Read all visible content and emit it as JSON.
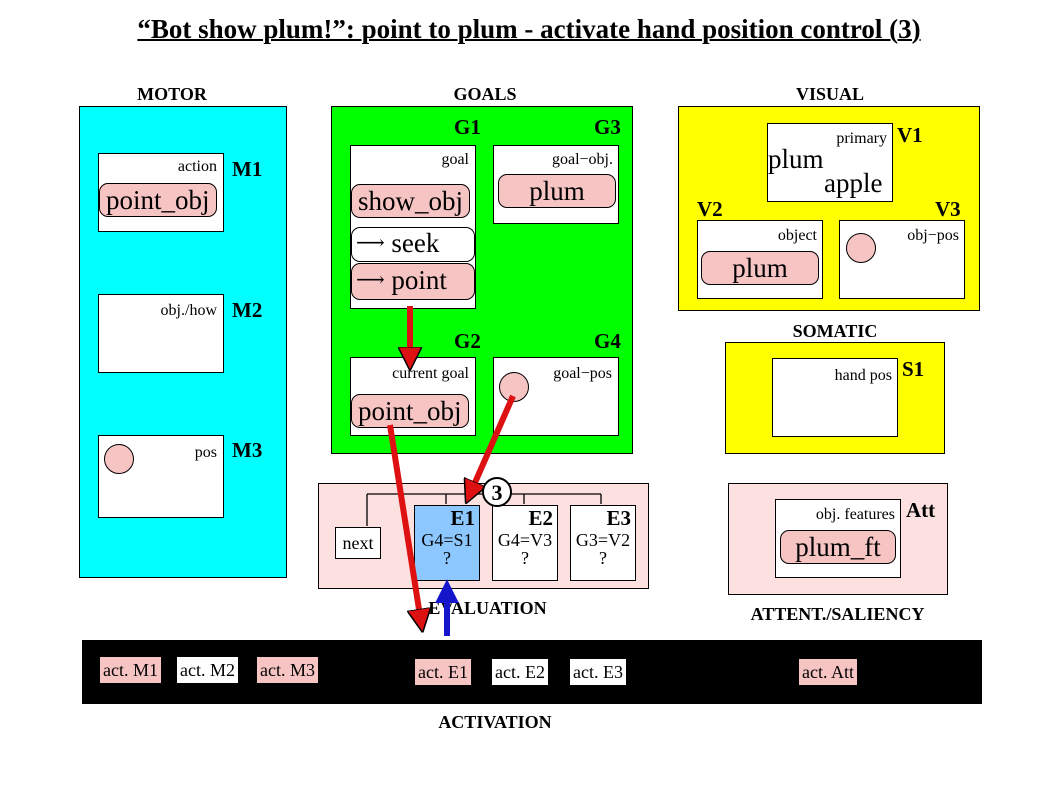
{
  "title": "“Bot show plum!”:  point to plum - activate hand position control (3)",
  "sections": {
    "motor": "MOTOR",
    "goals": "GOALS",
    "visual": "VISUAL",
    "somatic": "SOMATIC",
    "evaluation": "EVALUATION",
    "attention": "ATTENT./SALIENCY",
    "activation": "ACTIVATION"
  },
  "motor": {
    "m1": {
      "tag": "M1",
      "label": "action",
      "value": "point_obj"
    },
    "m2": {
      "tag": "M2",
      "label": "obj./how"
    },
    "m3": {
      "tag": "M3",
      "label": "pos"
    }
  },
  "goals": {
    "g1": {
      "tag": "G1",
      "label": "goal",
      "items": [
        "show_obj",
        "seek",
        "point"
      ]
    },
    "g3": {
      "tag": "G3",
      "label": "goal−obj.",
      "value": "plum"
    },
    "g2": {
      "tag": "G2",
      "label": "current goal",
      "value": "point_obj"
    },
    "g4": {
      "tag": "G4",
      "label": "goal−pos"
    }
  },
  "visual": {
    "v1": {
      "tag": "V1",
      "label": "primary",
      "values": [
        "plum",
        "apple"
      ]
    },
    "v2": {
      "tag": "V2",
      "label": "object",
      "value": "plum"
    },
    "v3": {
      "tag": "V3",
      "label": "obj−pos"
    }
  },
  "somatic": {
    "s1": {
      "tag": "S1",
      "label": "hand pos"
    }
  },
  "evaluation": {
    "step": "3",
    "next": "next",
    "items": [
      {
        "tag": "E1",
        "cond": "G4=S1",
        "q": "?",
        "active": true
      },
      {
        "tag": "E2",
        "cond": "G4=V3",
        "q": "?",
        "active": false
      },
      {
        "tag": "E3",
        "cond": "G3=V2",
        "q": "?",
        "active": false
      }
    ]
  },
  "attention": {
    "tag": "Att",
    "label": "obj. features",
    "value": "plum_ft"
  },
  "activation": {
    "items": [
      {
        "label": "act. M1",
        "on": true
      },
      {
        "label": "act. M2",
        "on": false
      },
      {
        "label": "act. M3",
        "on": true
      },
      {
        "label": "act. E1",
        "on": true
      },
      {
        "label": "act. E2",
        "on": false
      },
      {
        "label": "act. E3",
        "on": false
      },
      {
        "label": "act. Att",
        "on": true
      }
    ]
  },
  "colors": {
    "motor": "#00ffff",
    "goals": "#00ff00",
    "visual": "#ffff00",
    "pink_panel": "#fde0e0",
    "pill": "#f7c4c4",
    "active_eval": "#8cc8ff",
    "arrow_red": "#dd1111",
    "arrow_blue": "#1515cc"
  }
}
